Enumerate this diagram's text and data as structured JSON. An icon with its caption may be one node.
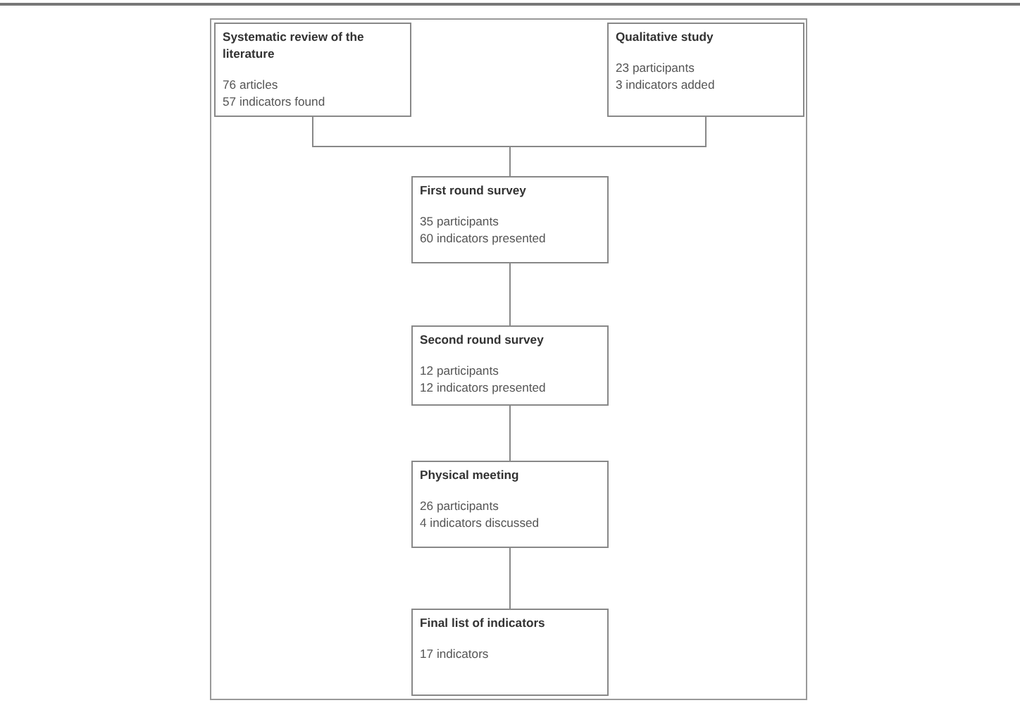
{
  "diagram": {
    "nodes": [
      {
        "text": [
          "Systematic review of the literature",
          "76 articles",
          "57 indicators found"
        ]
      },
      {
        "text": [
          "Qualitative study",
          "23 participants",
          "3 indicators added"
        ]
      },
      {
        "text": [
          "First round survey",
          "35 participants",
          "60 indicators presented"
        ]
      },
      {
        "text": [
          "Second round survey",
          "12 participants",
          "12 indicators presented"
        ]
      },
      {
        "text": [
          "Physical meeting",
          "26 participants",
          "4 indicators discussed"
        ]
      },
      {
        "text": [
          "Final list of indicators",
          "17 indicators"
        ]
      }
    ],
    "edges": [
      {
        "from": 0,
        "to": 2,
        "arrow": "none"
      },
      {
        "from": 1,
        "to": 2,
        "arrow": "none"
      },
      {
        "from": 2,
        "to": 3,
        "arrow": "none"
      },
      {
        "from": 3,
        "to": 4,
        "arrow": "none"
      },
      {
        "from": 4,
        "to": 5,
        "arrow": "none"
      }
    ]
  }
}
